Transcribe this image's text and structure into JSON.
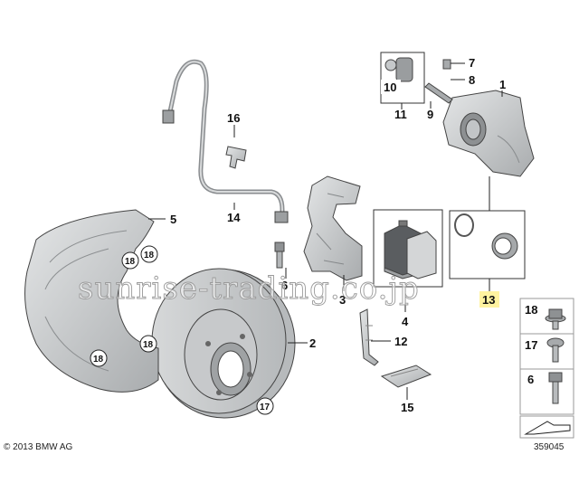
{
  "callouts": {
    "c1": "1",
    "c2": "2",
    "c3": "3",
    "c4": "4",
    "c5": "5",
    "c6": "6",
    "c7": "7",
    "c8": "8",
    "c9": "9",
    "c10": "10",
    "c11": "11",
    "c12": "12",
    "c13": "13",
    "c14": "14",
    "c15": "15",
    "c16": "16"
  },
  "circle_refs": {
    "shield_top_left": "18",
    "shield_top_right": "18",
    "shield_bottom_left": "18",
    "shield_bottom_right": "18",
    "disc": "17"
  },
  "legend": [
    {
      "label": "18",
      "icon": "collar-screw-icon"
    },
    {
      "label": "17",
      "icon": "torx-screw-icon"
    },
    {
      "label": "6",
      "icon": "hex-bolt-icon"
    }
  ],
  "footer": {
    "copyright": "© 2013 BMW AG",
    "diagram_number": "359045"
  },
  "watermark": "sunrise-trading.co.jp",
  "colors": {
    "part_fill": "#c9cbcc",
    "pad_dark": "#5a5d60",
    "highlight": "#fff3a0"
  }
}
